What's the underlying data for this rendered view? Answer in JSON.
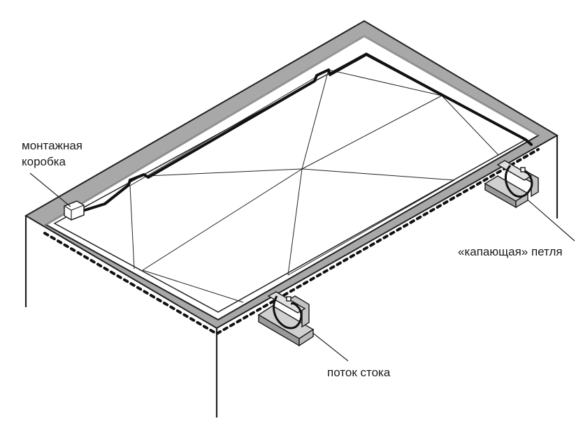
{
  "diagram": {
    "labels": {
      "junction_box": [
        "монтажная",
        "коробка"
      ],
      "drip_loop": "«капающая» петля",
      "drain_flow": "поток стока"
    }
  }
}
